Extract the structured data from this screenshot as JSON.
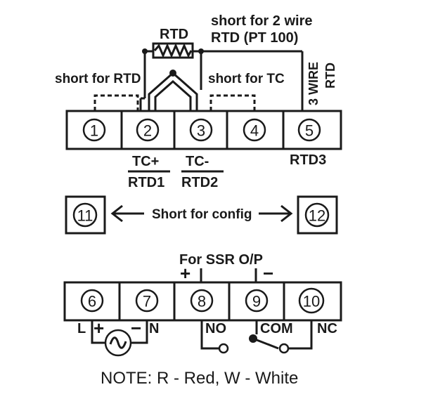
{
  "rtd_label": "RTD",
  "short_2wire": [
    "short for 2 wire",
    "RTD (PT 100)"
  ],
  "three_wire": [
    "3 WIRE",
    "RTD"
  ],
  "short_for_rtd": "short for RTD",
  "short_for_tc": "short for TC",
  "top_terminals": [
    "1",
    "2",
    "3",
    "4",
    "5"
  ],
  "tc_plus": "TC+",
  "rtd1": "RTD1",
  "tc_minus": "TC-",
  "rtd2": "RTD2",
  "rtd3": "RTD3",
  "config_terminals": [
    "11",
    "12"
  ],
  "short_for_config": "Short for config",
  "ssr_label": "For SSR O/P",
  "ssr_plus": "+",
  "ssr_minus": "−",
  "bottom_terminals": [
    "6",
    "7",
    "8",
    "9",
    "10"
  ],
  "supply_l": "L",
  "supply_plus": "+",
  "supply_minus": "−",
  "supply_n": "N",
  "relay_no": "NO",
  "relay_com": "COM",
  "relay_nc": "NC",
  "note": "NOTE: R - Red, W - White"
}
